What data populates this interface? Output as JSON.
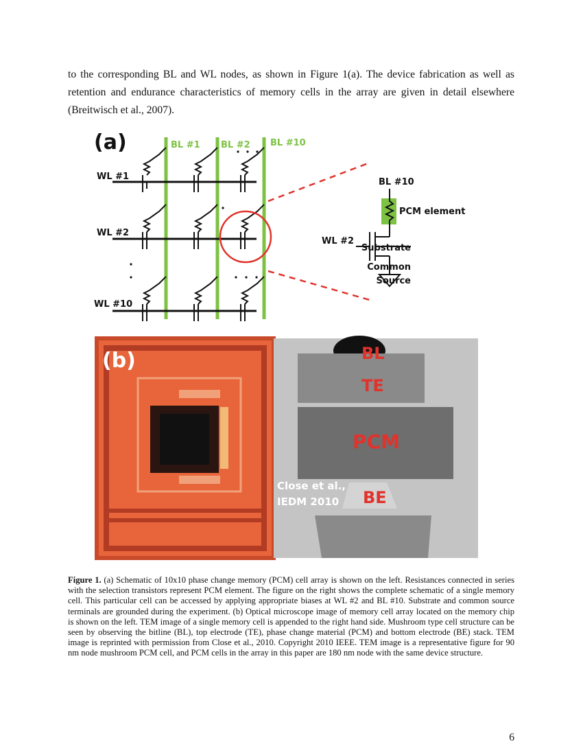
{
  "intro_text": "to the corresponding BL and WL nodes, as shown in Figure 1(a). The device fabrication as well as retention and endurance characteristics of memory cells in the array are given in detail elsewhere (Breitwisch et al., 2007).",
  "figure": {
    "panel_a": {
      "label": "(a)",
      "bitlines": [
        "BL #1",
        "BL #2",
        "BL #10"
      ],
      "wordlines": [
        "WL #1",
        "WL #2",
        "WL #10"
      ],
      "zoom": {
        "bitline": "BL #10",
        "pcm_element": "PCM element",
        "wordline": "WL #2",
        "substrate": "Substrate",
        "common": "Common",
        "source": "Source"
      }
    },
    "panel_b": {
      "label": "(b)",
      "tem_labels": {
        "bl": "BL",
        "te": "TE",
        "pcm": "PCM",
        "be": "BE"
      },
      "credit_line1": "Close et al.,",
      "credit_line2": "IEDM 2010"
    },
    "colors": {
      "bitline_green": "#7dc243",
      "accent_red": "#e0332b",
      "chip_orange": "#e8643a"
    }
  },
  "caption": {
    "label": "Figure 1.",
    "text": "(a) Schematic of 10x10 phase change memory (PCM) cell array is shown on the left. Resistances connected in series with the selection transistors represent PCM element. The figure on the right shows the complete schematic of a single memory cell. This particular cell can be accessed by applying appropriate biases at WL #2 and BL #10. Substrate and common source terminals are grounded during the experiment. (b) Optical microscope image of memory cell array located on the memory chip is shown on the left. TEM image of a single memory cell is appended to the right hand side. Mushroom type cell structure can be seen by observing the bitline (BL), top electrode (TE), phase change material (PCM) and bottom electrode (BE) stack. TEM image is reprinted with permission from Close et al., 2010. Copyright 2010 IEEE. TEM image is a representative figure for 90 nm node mushroom PCM cell, and PCM cells in the array in this paper are 180 nm node with the same device structure."
  },
  "page_number": "6"
}
